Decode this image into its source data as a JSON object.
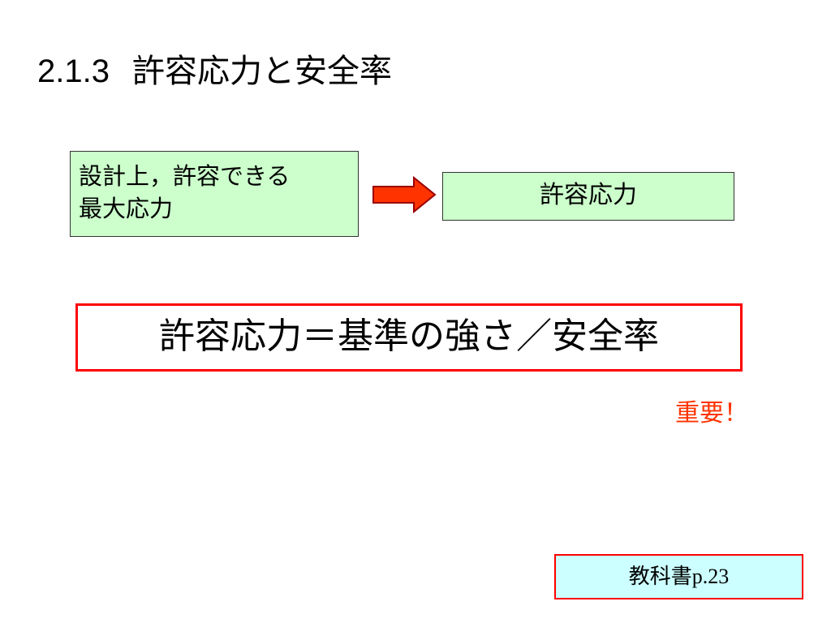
{
  "title": {
    "number": "2.1.3",
    "text": "許容応力と安全率"
  },
  "definition_box": {
    "line1": "設計上，許容できる",
    "line2": "最大応力"
  },
  "arrow": {
    "icon": "right-arrow-icon",
    "fill": "#ff3300",
    "stroke": "#990000"
  },
  "term_box": {
    "label": "許容応力"
  },
  "formula": {
    "text": "許容応力＝基準の強さ／安全率",
    "border_color": "#ff0000"
  },
  "important_note": {
    "text": "重要！",
    "color": "#ff3300"
  },
  "reference": {
    "book": "教科書",
    "page": "p.23"
  },
  "colors": {
    "box_green": "#ccffcc",
    "ref_cyan": "#ccffff"
  }
}
